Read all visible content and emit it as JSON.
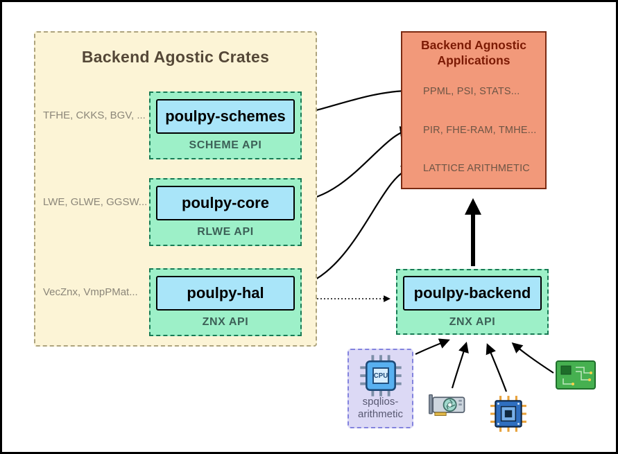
{
  "diagram": {
    "crates_panel": {
      "title": "Backend Agostic Crates",
      "modules": [
        {
          "name": "poulpy-schemes",
          "api": "SCHEME API",
          "annotation": "TFHE, CKKS, BGV, ..."
        },
        {
          "name": "poulpy-core",
          "api": "RLWE API",
          "annotation": "LWE, GLWE, GGSW..."
        },
        {
          "name": "poulpy-hal",
          "api": "ZNX API",
          "annotation": "VecZnx, VmpPMat..."
        }
      ]
    },
    "applications_panel": {
      "title_line1": "Backend Agnostic",
      "title_line2": "Applications",
      "items": [
        "PPML, PSI, STATS...",
        "PIR, FHE-RAM, TMHE...",
        "LATTICE ARITHMETIC"
      ]
    },
    "backend_module": {
      "name": "poulpy-backend",
      "api": "ZNX API"
    },
    "hardware": {
      "spqlios_line1": "spqlios-",
      "spqlios_line2": "arithmetic",
      "cpu_label": "CPU"
    },
    "colors": {
      "crates_bg": "#fcf4d6",
      "module_bg": "#9df0c8",
      "chip_bg": "#a9e5f9",
      "apps_bg": "#f2997a",
      "spqlios_bg": "#dcd9f5",
      "arrow": "#000000"
    }
  }
}
